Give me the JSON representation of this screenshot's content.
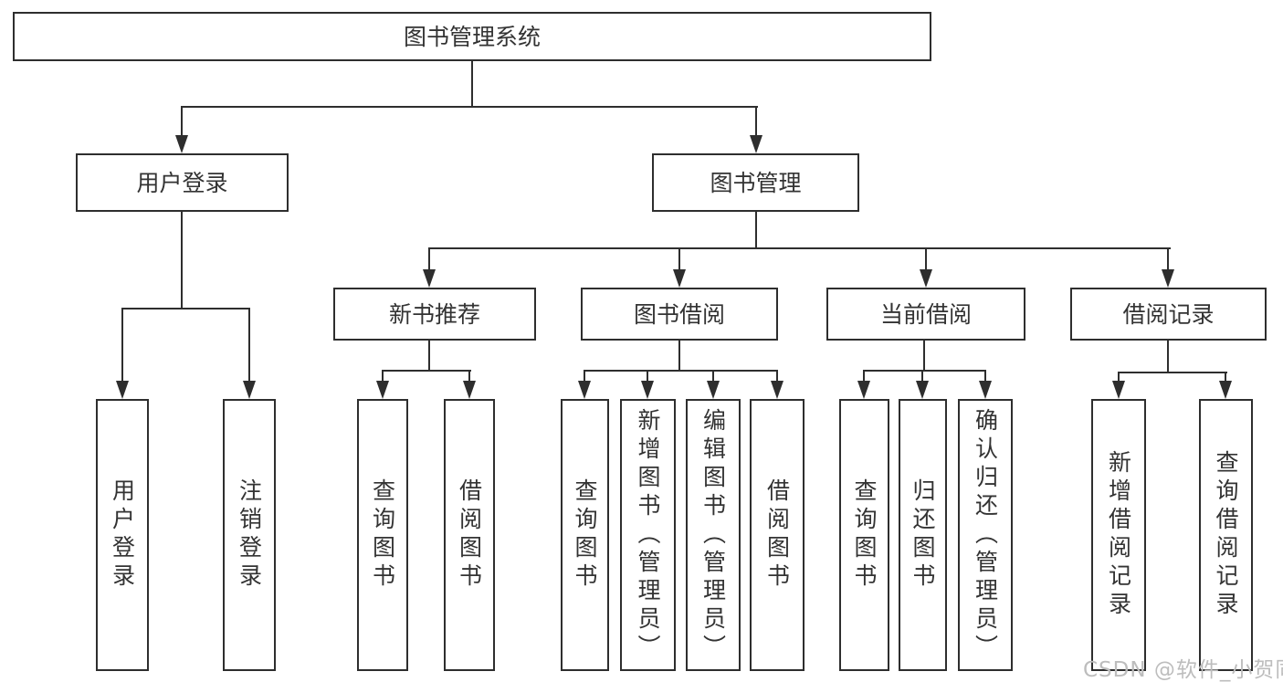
{
  "diagram_title": "图书管理系统",
  "colors": {
    "line": "#2e2e2e",
    "text": "#333333",
    "watermark_text_color": "#bdbdbd",
    "background": "#ffffff"
  },
  "nodes": {
    "root": "图书管理系统",
    "user_login": "用户登录",
    "book_mgmt": "图书管理",
    "new_book": "新书推荐",
    "book_borrow": "图书借阅",
    "current_borrow": "当前借阅",
    "borrow_record": "借阅记录",
    "leaf_user_login": "用户登录",
    "leaf_logout": "注销登录",
    "leaf_nb_query": "查询图书",
    "leaf_nb_borrow": "借阅图书",
    "leaf_bb_query": "查询图书",
    "leaf_bb_add": "新增图书（管理员）",
    "leaf_bb_edit": "编辑图书（管理员）",
    "leaf_bb_borrow": "借阅图书",
    "leaf_cb_query": "查询图书",
    "leaf_cb_return": "归还图书",
    "leaf_cb_confirm": "确认归还（管理员）",
    "leaf_br_add": "新增借阅记录",
    "leaf_br_query": "查询借阅记录"
  },
  "tree": {
    "图书管理系统": {
      "用户登录": [
        "用户登录",
        "注销登录"
      ],
      "图书管理": {
        "新书推荐": [
          "查询图书",
          "借阅图书"
        ],
        "图书借阅": [
          "查询图书",
          "新增图书（管理员）",
          "编辑图书（管理员）",
          "借阅图书"
        ],
        "当前借阅": [
          "查询图书",
          "归还图书",
          "确认归还（管理员）"
        ],
        "借阅记录": [
          "新增借阅记录",
          "查询借阅记录"
        ]
      }
    }
  },
  "watermark": {
    "text": "CSDN @软件_小贺同学"
  }
}
